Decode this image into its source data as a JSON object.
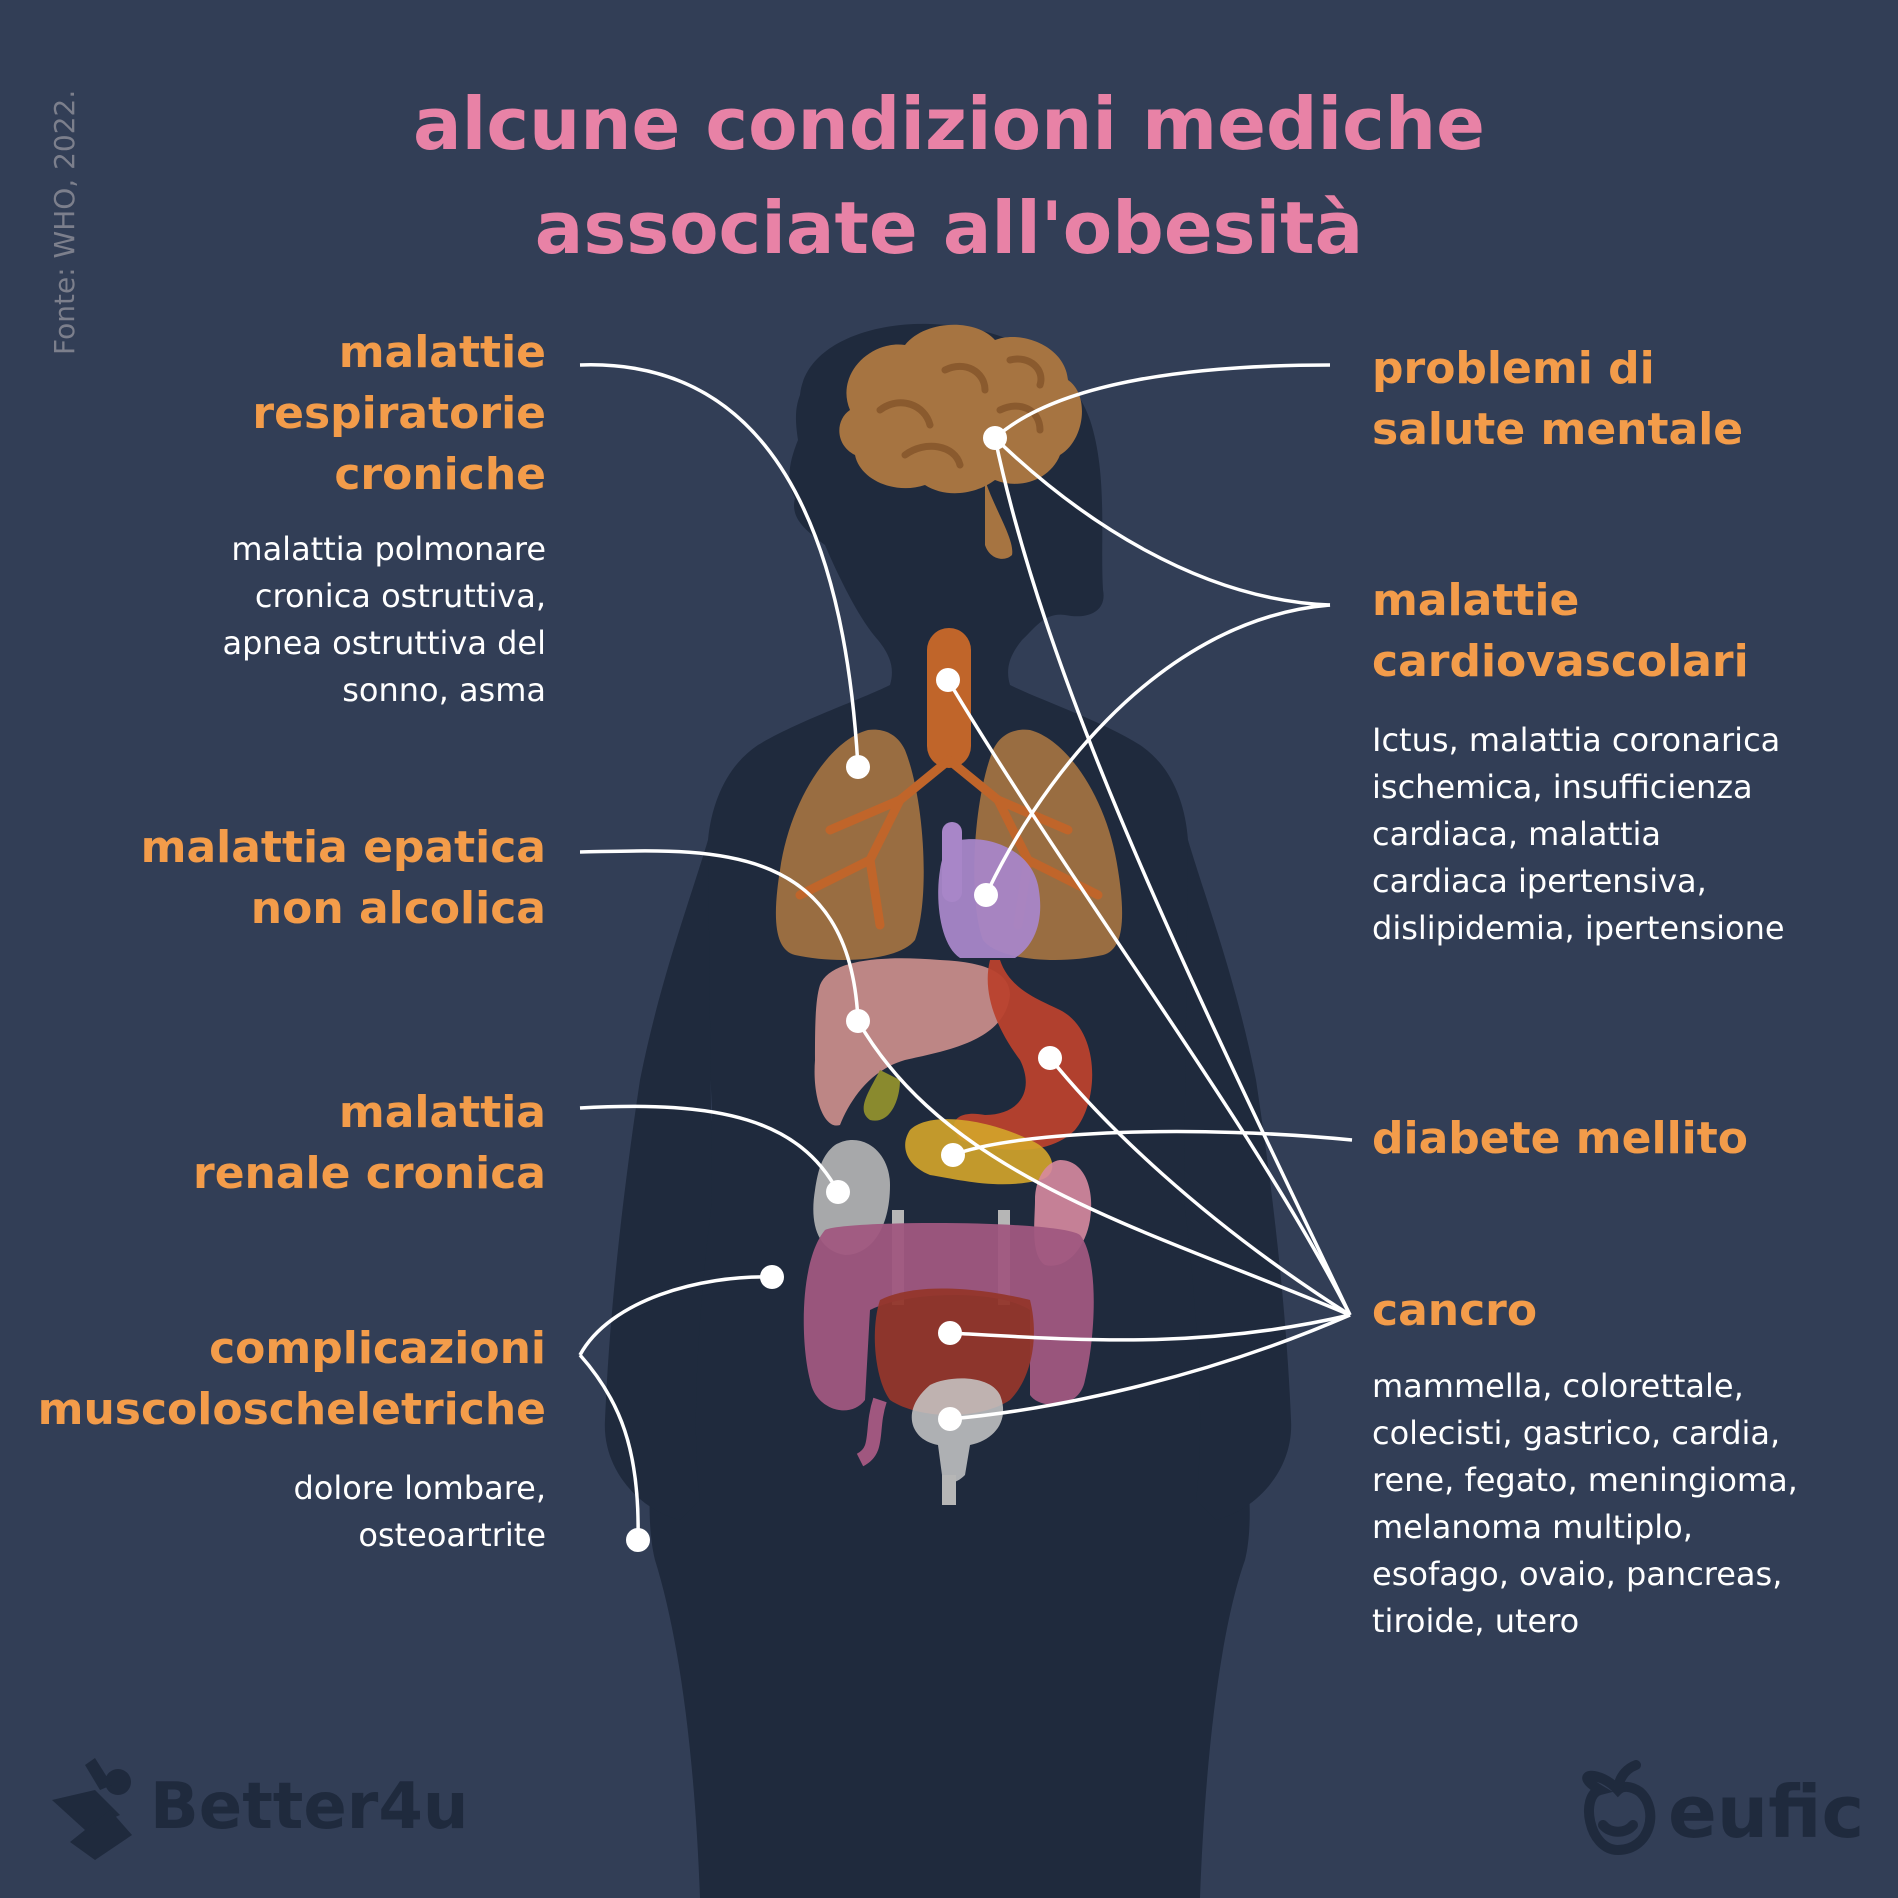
{
  "title": {
    "line1": "alcune condizioni mediche",
    "line2": "associate all'obesità"
  },
  "source": "Fonte: WHO, 2022.",
  "conditions": {
    "respiratory": {
      "title_lines": [
        "malattie",
        "respiratorie",
        "croniche"
      ],
      "desc_lines": [
        "malattia polmonare",
        "cronica ostruttiva,",
        "apnea ostruttiva del",
        "sonno, asma"
      ]
    },
    "liver": {
      "title_lines": [
        "malattia epatica",
        "non alcolica"
      ]
    },
    "kidney": {
      "title_lines": [
        "malattia",
        "renale cronica"
      ]
    },
    "musculoskeletal": {
      "title_lines": [
        "complicazioni",
        "muscoloscheletriche"
      ],
      "desc_lines": [
        "dolore lombare,",
        "osteoartrite"
      ]
    },
    "mental": {
      "title_lines": [
        "problemi di",
        "salute mentale"
      ]
    },
    "cardio": {
      "title_lines": [
        "malattie",
        "cardiovascolari"
      ],
      "desc_lines": [
        "Ictus, malattia coronarica",
        "ischemica, insufficienza",
        "cardiaca, malattia",
        "cardiaca ipertensiva,",
        "dislipidemia, ipertensione"
      ]
    },
    "diabetes": {
      "title_lines": [
        "diabete mellito"
      ]
    },
    "cancer": {
      "title_lines": [
        "cancro"
      ],
      "desc_lines": [
        "mammella, colorettale,",
        "colecisti, gastrico, cardia,",
        "rene, fegato, meningioma,",
        "melanoma multiplo,",
        "esofago, ovaio, pancreas,",
        "tiroide, utero"
      ]
    }
  },
  "logos": {
    "left": "Better4u",
    "right": "eufic"
  },
  "icons": {
    "left_logo": "better4u-figure-icon",
    "right_logo": "eufic-apple-face-icon"
  },
  "colors": {
    "background": "#323e56",
    "silhouette": "#1f2a3d",
    "title": "#e882a6",
    "heading": "#f39c4a",
    "text": "#ffffff",
    "logo": "#1f2a3d"
  }
}
